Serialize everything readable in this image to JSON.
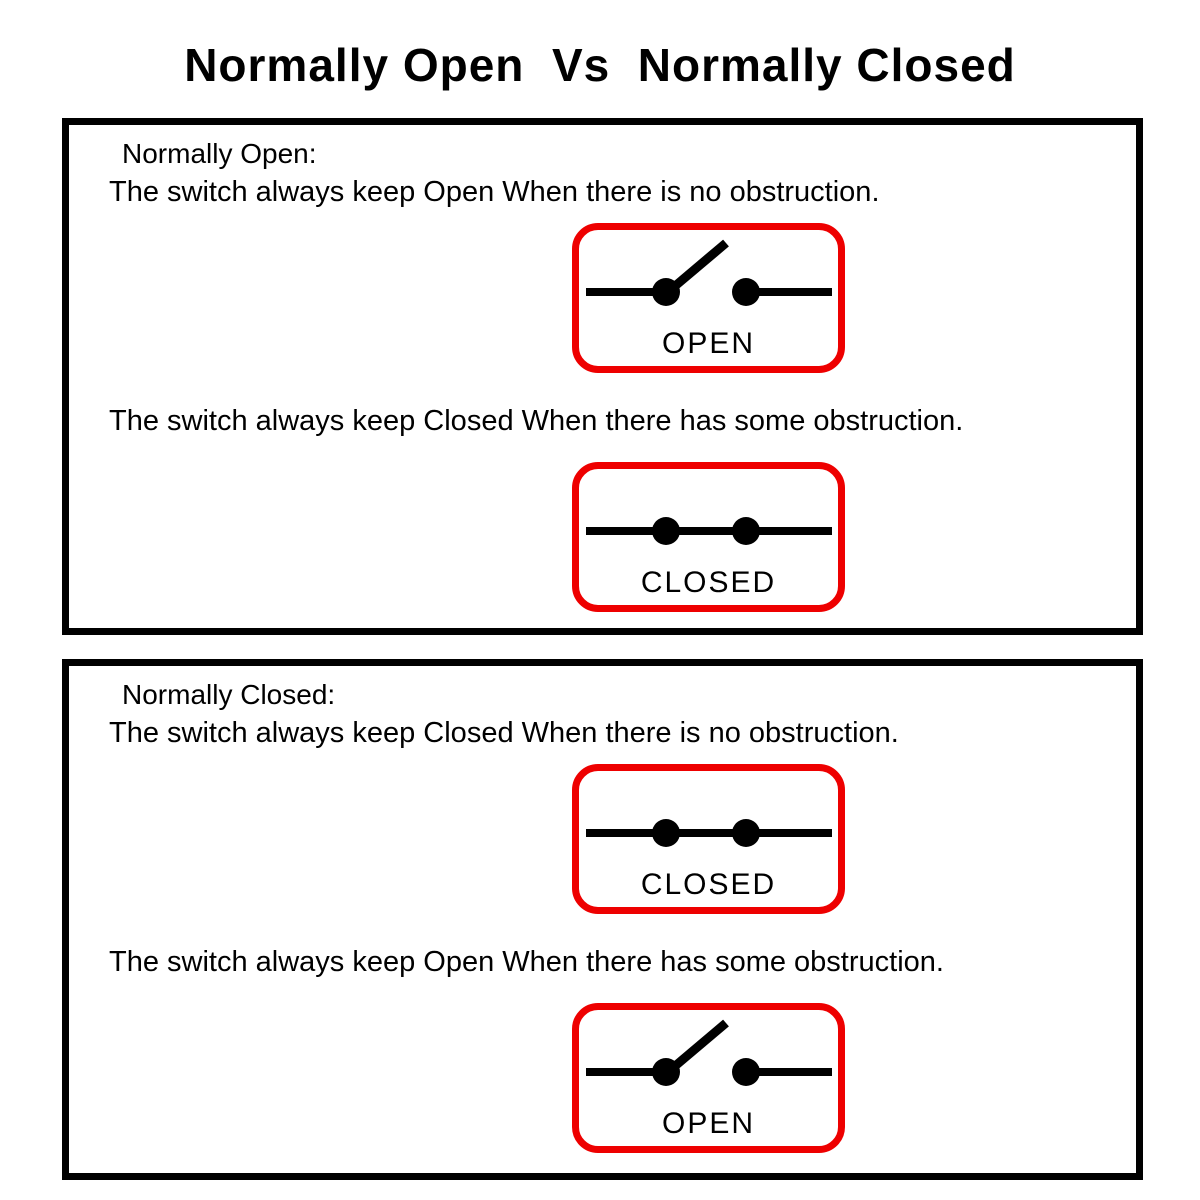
{
  "title": "Normally Open  Vs  Normally Closed",
  "panels": [
    {
      "heading": "Normally Open:",
      "sections": [
        {
          "text": "The switch always keep Open When there is no obstruction.",
          "state": "open",
          "label": "OPEN"
        },
        {
          "text": "The switch always keep Closed When there has some obstruction.",
          "state": "closed",
          "label": "CLOSED"
        }
      ]
    },
    {
      "heading": "Normally Closed:",
      "sections": [
        {
          "text": "The switch always keep Closed When there is no obstruction.",
          "state": "closed",
          "label": "CLOSED"
        },
        {
          "text": "The switch always keep Open When there has some obstruction.",
          "state": "open",
          "label": "OPEN"
        }
      ]
    }
  ],
  "colors": {
    "card_border": "#ee0000",
    "panel_border": "#000000",
    "wire": "#000000",
    "text": "#000000",
    "background": "#ffffff"
  }
}
